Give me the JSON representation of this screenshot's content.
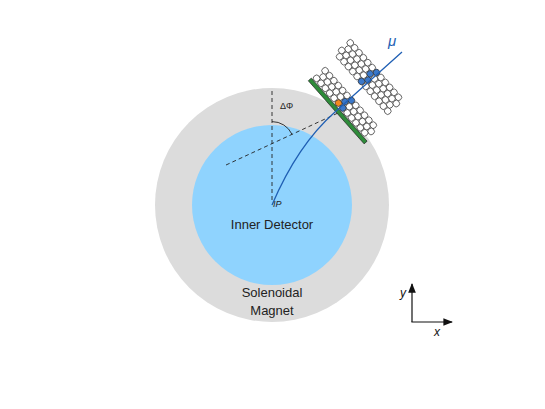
{
  "diagram": {
    "nodes": [
      {
        "text": [
          "Solenoidal Magnet"
        ]
      },
      {
        "text": [
          "Inner Detector"
        ],
        "in": 0
      }
    ],
    "labels": [
      "IP",
      "ΔΦ",
      "μ",
      "y",
      "x"
    ]
  }
}
